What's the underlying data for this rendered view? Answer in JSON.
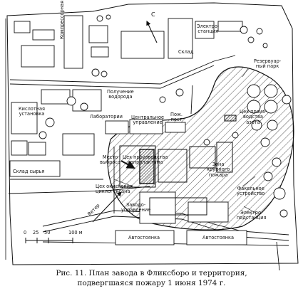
{
  "labels": {
    "compressor": "Компрессорная",
    "north": "С",
    "electro_station": "Электро-\nстанция",
    "warehouse": "Склад",
    "reservoir_park": "Резервуар-\nный парк",
    "hydrogen": "Получение\nводорода",
    "acid_unit": "Кислотная\nустановка",
    "laboratories": "Лаборатории",
    "central_admin": "Центральное\nуправление",
    "fire_post": "Пож.\nпост",
    "nitrogen_shop": "Цех произ-\nводства\nазота",
    "raw_warehouse": "Склад сырья",
    "release_point": "Место\nвыброса",
    "nylon_shop": "Цех производства\nкапролактама",
    "severe_fire": "Зона\nкрупного\nпожара",
    "flare": "Факельное\nустройство",
    "cyclohexane": "Цех окисления\nциклогексана",
    "wind": "Ветер",
    "plant_admin": "Заводо-\nуправление",
    "substation": "Электро-\nподстанция",
    "parking_1": "Автостоянка",
    "parking_2": "Автостоянка"
  },
  "scale": {
    "ticks": [
      "0",
      "25",
      "50",
      "100 м"
    ]
  },
  "caption": {
    "line1": "Рис. 11. План завода в Фликсборо и территория,",
    "line2": "подвергшаяся пожару 1 июня 1974 г."
  },
  "colors": {
    "ink": "#111111",
    "paper": "#ffffff"
  }
}
